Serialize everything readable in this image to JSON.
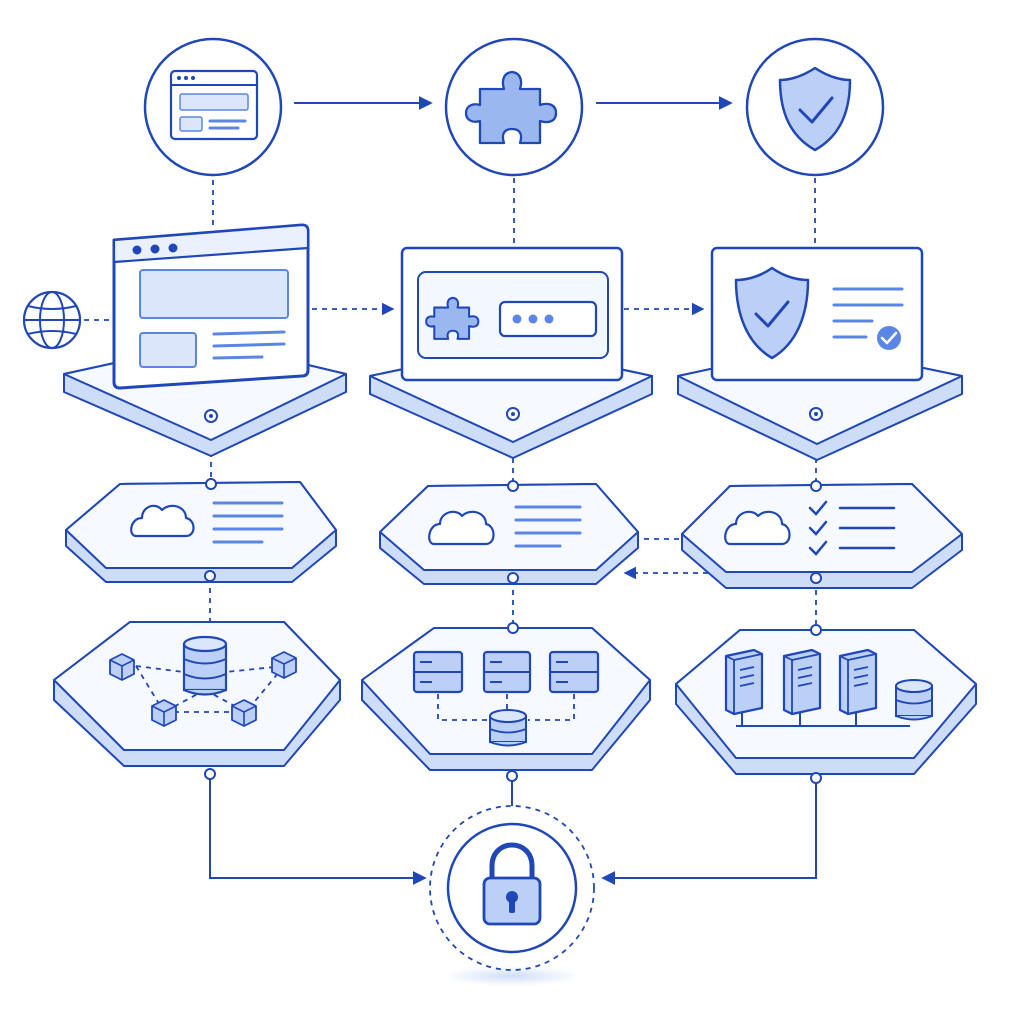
{
  "colors": {
    "primary": "#1f47b8",
    "accent": "#5b86e5",
    "soft": "#dbe6fb",
    "platform_top": "#f6f9ff",
    "platform_side": "#cddcf7"
  },
  "stages": [
    {
      "id": "web",
      "top_icon": "browser-window-icon",
      "card_icon": "web-app-window-icon",
      "side_icon": "globe-icon"
    },
    {
      "id": "plugin",
      "top_icon": "puzzle-piece-icon",
      "card_icon": "plugin-password-card-icon"
    },
    {
      "id": "security",
      "top_icon": "shield-check-icon",
      "card_icon": "shield-verified-card-icon"
    }
  ],
  "cloud_layer": [
    {
      "id": "cloud-docs-1",
      "icon": "cloud-icon",
      "content": "text-lines"
    },
    {
      "id": "cloud-docs-2",
      "icon": "cloud-icon",
      "content": "text-lines"
    },
    {
      "id": "cloud-checklist",
      "icon": "cloud-icon",
      "content": "checklist"
    }
  ],
  "data_layer": [
    {
      "id": "database-cluster",
      "icon": "database-icon"
    },
    {
      "id": "server-racks-flat",
      "icon": "server-icon"
    },
    {
      "id": "server-towers",
      "icon": "server-tower-icon"
    }
  ],
  "hub": {
    "icon": "padlock-icon"
  }
}
